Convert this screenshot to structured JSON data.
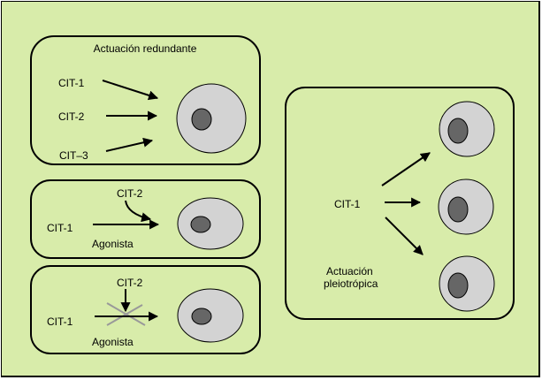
{
  "colors": {
    "background": "#d8ecaa",
    "cell_body": "#d3d3d3",
    "nucleus": "#666666",
    "stroke": "#000000",
    "cross_mark": "#999999"
  },
  "panels": {
    "redundant": {
      "title": "Actuación redundante",
      "labels": [
        "CIT-1",
        "CIT-2",
        "CIT–3"
      ]
    },
    "agonist_synergy": {
      "top_label": "CIT-2",
      "left_label": "CIT-1",
      "bottom_label": "Agonista"
    },
    "agonist_block": {
      "top_label": "CIT-2",
      "left_label": "CIT-1",
      "bottom_label": "Agonista"
    },
    "pleiotropic": {
      "source_label": "CIT-1",
      "caption_line1": "Actuación",
      "caption_line2": "pleiotrópica"
    }
  }
}
